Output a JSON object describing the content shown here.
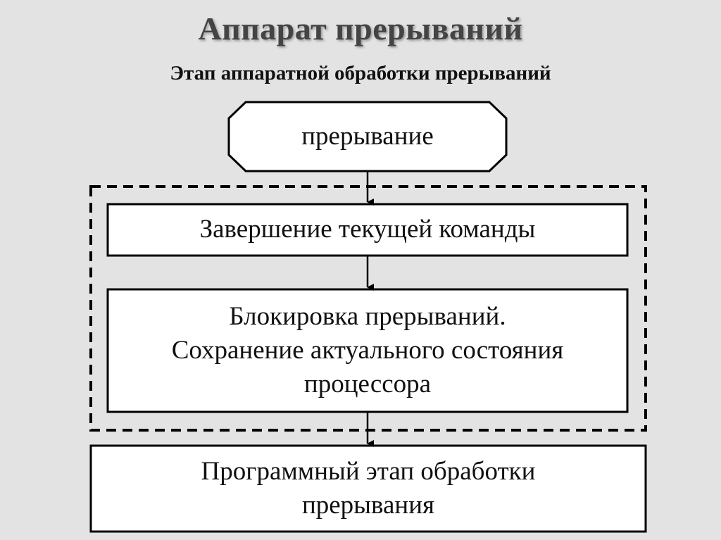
{
  "title": "Аппарат прерываний",
  "subtitle": "Этап аппаратной обработки прерываний",
  "nodes": {
    "start": "прерывание",
    "step1": "Завершение текущей команды",
    "step2": "Блокировка прерываний.\nСохранение актуального состояния процессора",
    "step2_lines": [
      "Блокировка прерываний.",
      "Сохранение актуального состояния",
      "процессора"
    ],
    "end_lines": [
      "Программный этап обработки",
      "прерывания"
    ]
  },
  "colors": {
    "background": "#e3e3e3",
    "box_fill": "#ffffff",
    "stroke": "#000000",
    "title": "#444444"
  }
}
